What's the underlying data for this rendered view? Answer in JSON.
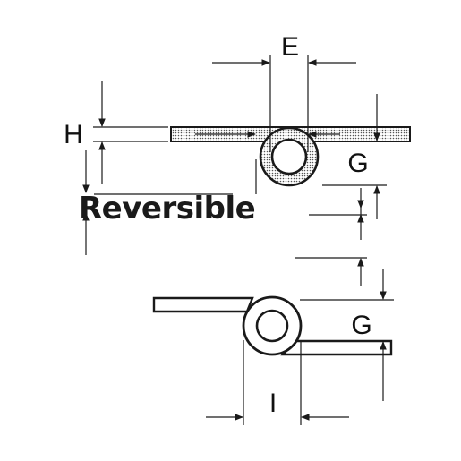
{
  "diagram": {
    "title": "Reversible",
    "labels": {
      "E": "E",
      "H": "H",
      "G_top": "G",
      "G_bottom": "G",
      "I": "I"
    },
    "colors": {
      "ink": "#1a1a1a",
      "stipple": "#b8b8b8",
      "paper": "#ffffff"
    }
  }
}
